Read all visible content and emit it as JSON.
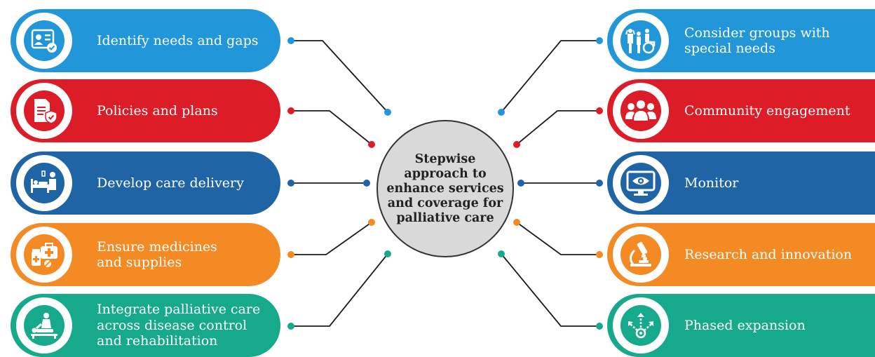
{
  "center": {
    "title": "Stepwise approach to enhance services and coverage for palliative care"
  },
  "colors": {
    "blue": "#2196d8",
    "red": "#dc1c26",
    "navy": "#1f65a5",
    "orange": "#f38a24",
    "teal": "#16a98b"
  },
  "left_items": [
    {
      "label": "Identify needs and gaps",
      "icon": "id-card-check-icon",
      "color": "#2196d8"
    },
    {
      "label": "Policies and plans",
      "icon": "document-shield-icon",
      "color": "#dc1c26"
    },
    {
      "label": "Develop care delivery",
      "icon": "hospital-bed-icon",
      "color": "#1f65a5"
    },
    {
      "label": "Ensure medicines\nand supplies",
      "icon": "medicine-kit-icon",
      "color": "#f38a24"
    },
    {
      "label": "Integrate palliative care\nacross disease control\nand rehabilitation",
      "icon": "caregiver-patient-icon",
      "color": "#16a98b"
    }
  ],
  "right_items": [
    {
      "label": "Consider groups with\nspecial needs",
      "icon": "diverse-people-icon",
      "color": "#2196d8"
    },
    {
      "label": "Community engagement",
      "icon": "people-group-icon",
      "color": "#dc1c26"
    },
    {
      "label": "Monitor",
      "icon": "monitor-eye-icon",
      "color": "#1f65a5"
    },
    {
      "label": "Research and innovation",
      "icon": "microscope-icon",
      "color": "#f38a24"
    },
    {
      "label": "Phased expansion",
      "icon": "expansion-arrows-icon",
      "color": "#16a98b"
    }
  ]
}
